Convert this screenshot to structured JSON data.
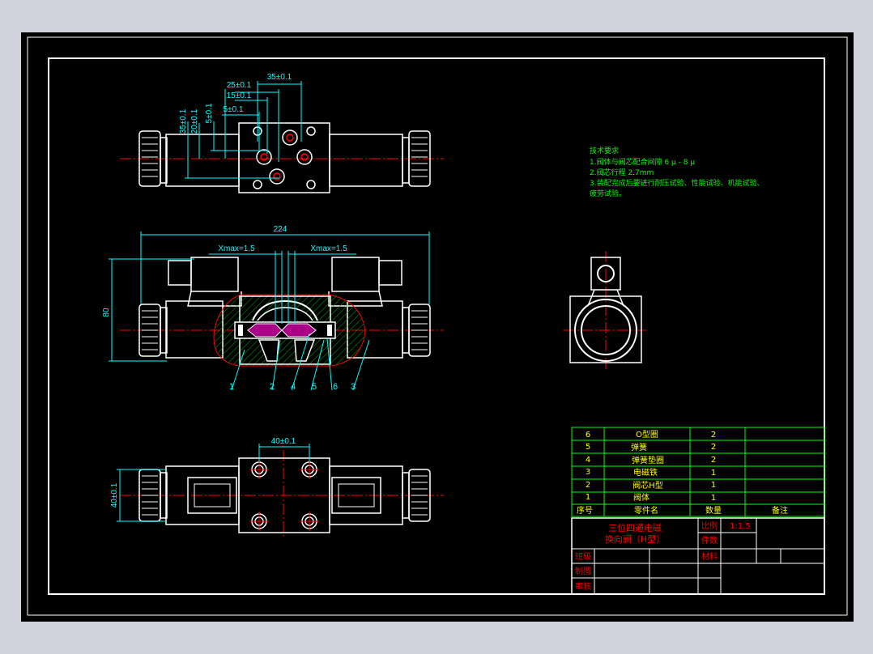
{
  "colors": {
    "bg_outer": "#d0d2de",
    "sheet": "#000000",
    "frame": "#ffffff",
    "dim": "#00ffff",
    "center": "#ff0000",
    "note": "#00ff00",
    "table_line": "#00ff00",
    "table_text": "#ffff00",
    "title_text": "#ff0000",
    "hatch": "#00aa00",
    "spool": "#aa0088"
  },
  "top_view": {
    "dim_35_h": "35±0.1",
    "dim_25": "25±0.1",
    "dim_15": "15±0.1",
    "dim_5_h": "5±0.1",
    "dim_35_v": "35±0.1",
    "dim_20_v": "20±0.1",
    "dim_5_v": "5±0.1"
  },
  "section_view": {
    "dim_224": "224",
    "xmax_left": "Xmax=1.5",
    "xmax_right": "Xmax=1.5",
    "dim_80": "80",
    "callouts": [
      "1",
      "2",
      "4",
      "5",
      "6",
      "3"
    ]
  },
  "bottom_view": {
    "dim_40_h": "40±0.1",
    "dim_40_v": "40±0.1"
  },
  "notes": {
    "title": "技术要求",
    "line1": "1.阀体与阀芯配合间隙 6 μ - 8 μ",
    "line2": "2.阀芯行程 2.7mm",
    "line3": "3.装配完成后要进行耐压试验、性能试验、机能试验、",
    "line4": "  疲劳试验。"
  },
  "parts_table": {
    "rows": [
      {
        "no": "6",
        "name": "O型圈",
        "qty": "2",
        "note": ""
      },
      {
        "no": "5",
        "name": "弹簧",
        "qty": "2",
        "note": ""
      },
      {
        "no": "4",
        "name": "弹簧垫圈",
        "qty": "2",
        "note": ""
      },
      {
        "no": "3",
        "name": "电磁铁",
        "qty": "1",
        "note": ""
      },
      {
        "no": "2",
        "name": "阀芯H型",
        "qty": "1",
        "note": ""
      },
      {
        "no": "1",
        "name": "阀体",
        "qty": "1",
        "note": ""
      }
    ],
    "header": {
      "no": "序号",
      "name": "零件名",
      "qty": "数量",
      "note": "备注"
    }
  },
  "title_block": {
    "title_line1": "三位四通电磁",
    "title_line2": "换向阀（H型）",
    "scale_label": "比例",
    "scale_value": "1:1.5",
    "count_label": "件数",
    "material_label": "材料",
    "class_label": "班级",
    "drawn_label": "制图",
    "check_label": "审核"
  }
}
